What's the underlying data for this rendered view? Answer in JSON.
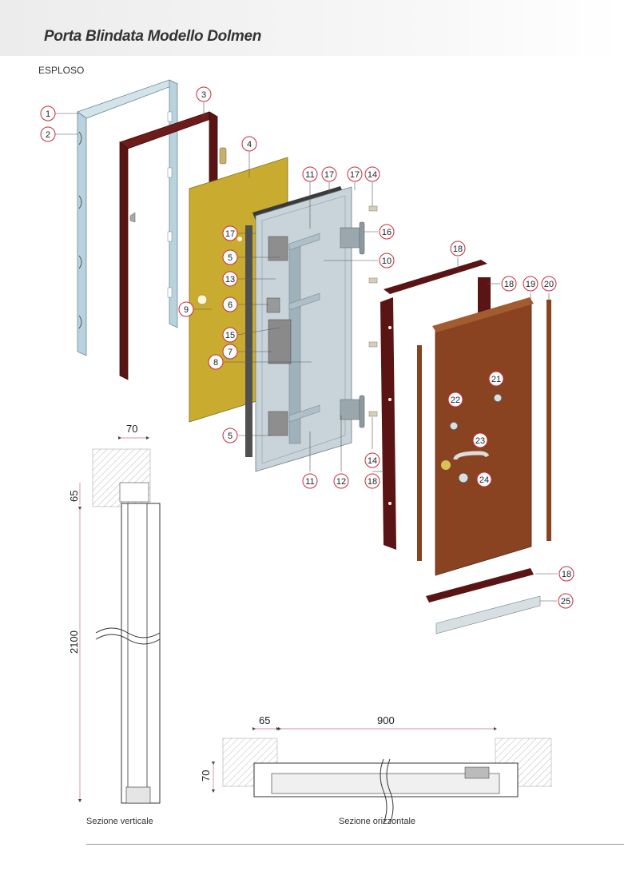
{
  "header": {
    "title": "Porta Blindata Modello Dolmen"
  },
  "section_label": "ESPLOSO",
  "callouts": [
    "1",
    "2",
    "3",
    "4",
    "5",
    "5",
    "6",
    "7",
    "8",
    "9",
    "10",
    "11",
    "11",
    "12",
    "13",
    "14",
    "14",
    "15",
    "16",
    "17",
    "17",
    "17",
    "18",
    "18",
    "18",
    "18",
    "19",
    "20",
    "21",
    "22",
    "23",
    "24",
    "25"
  ],
  "dimensions": {
    "vertical_top": "70",
    "vertical_side_small": "65",
    "vertical_height": "2100",
    "horizontal_left": "65",
    "horizontal_width": "900",
    "horizontal_depth": "70"
  },
  "captions": {
    "vertical": "Sezione verticale",
    "horizontal": "Sezione orizzontale"
  },
  "colors": {
    "frame_light": "#b9d3de",
    "dark_red": "#5a1414",
    "yellow_panel": "#c9ac2f",
    "grey_panel": "#c8d4da",
    "brown_panel": "#8a4320",
    "callout_ring": "#c8283a"
  }
}
